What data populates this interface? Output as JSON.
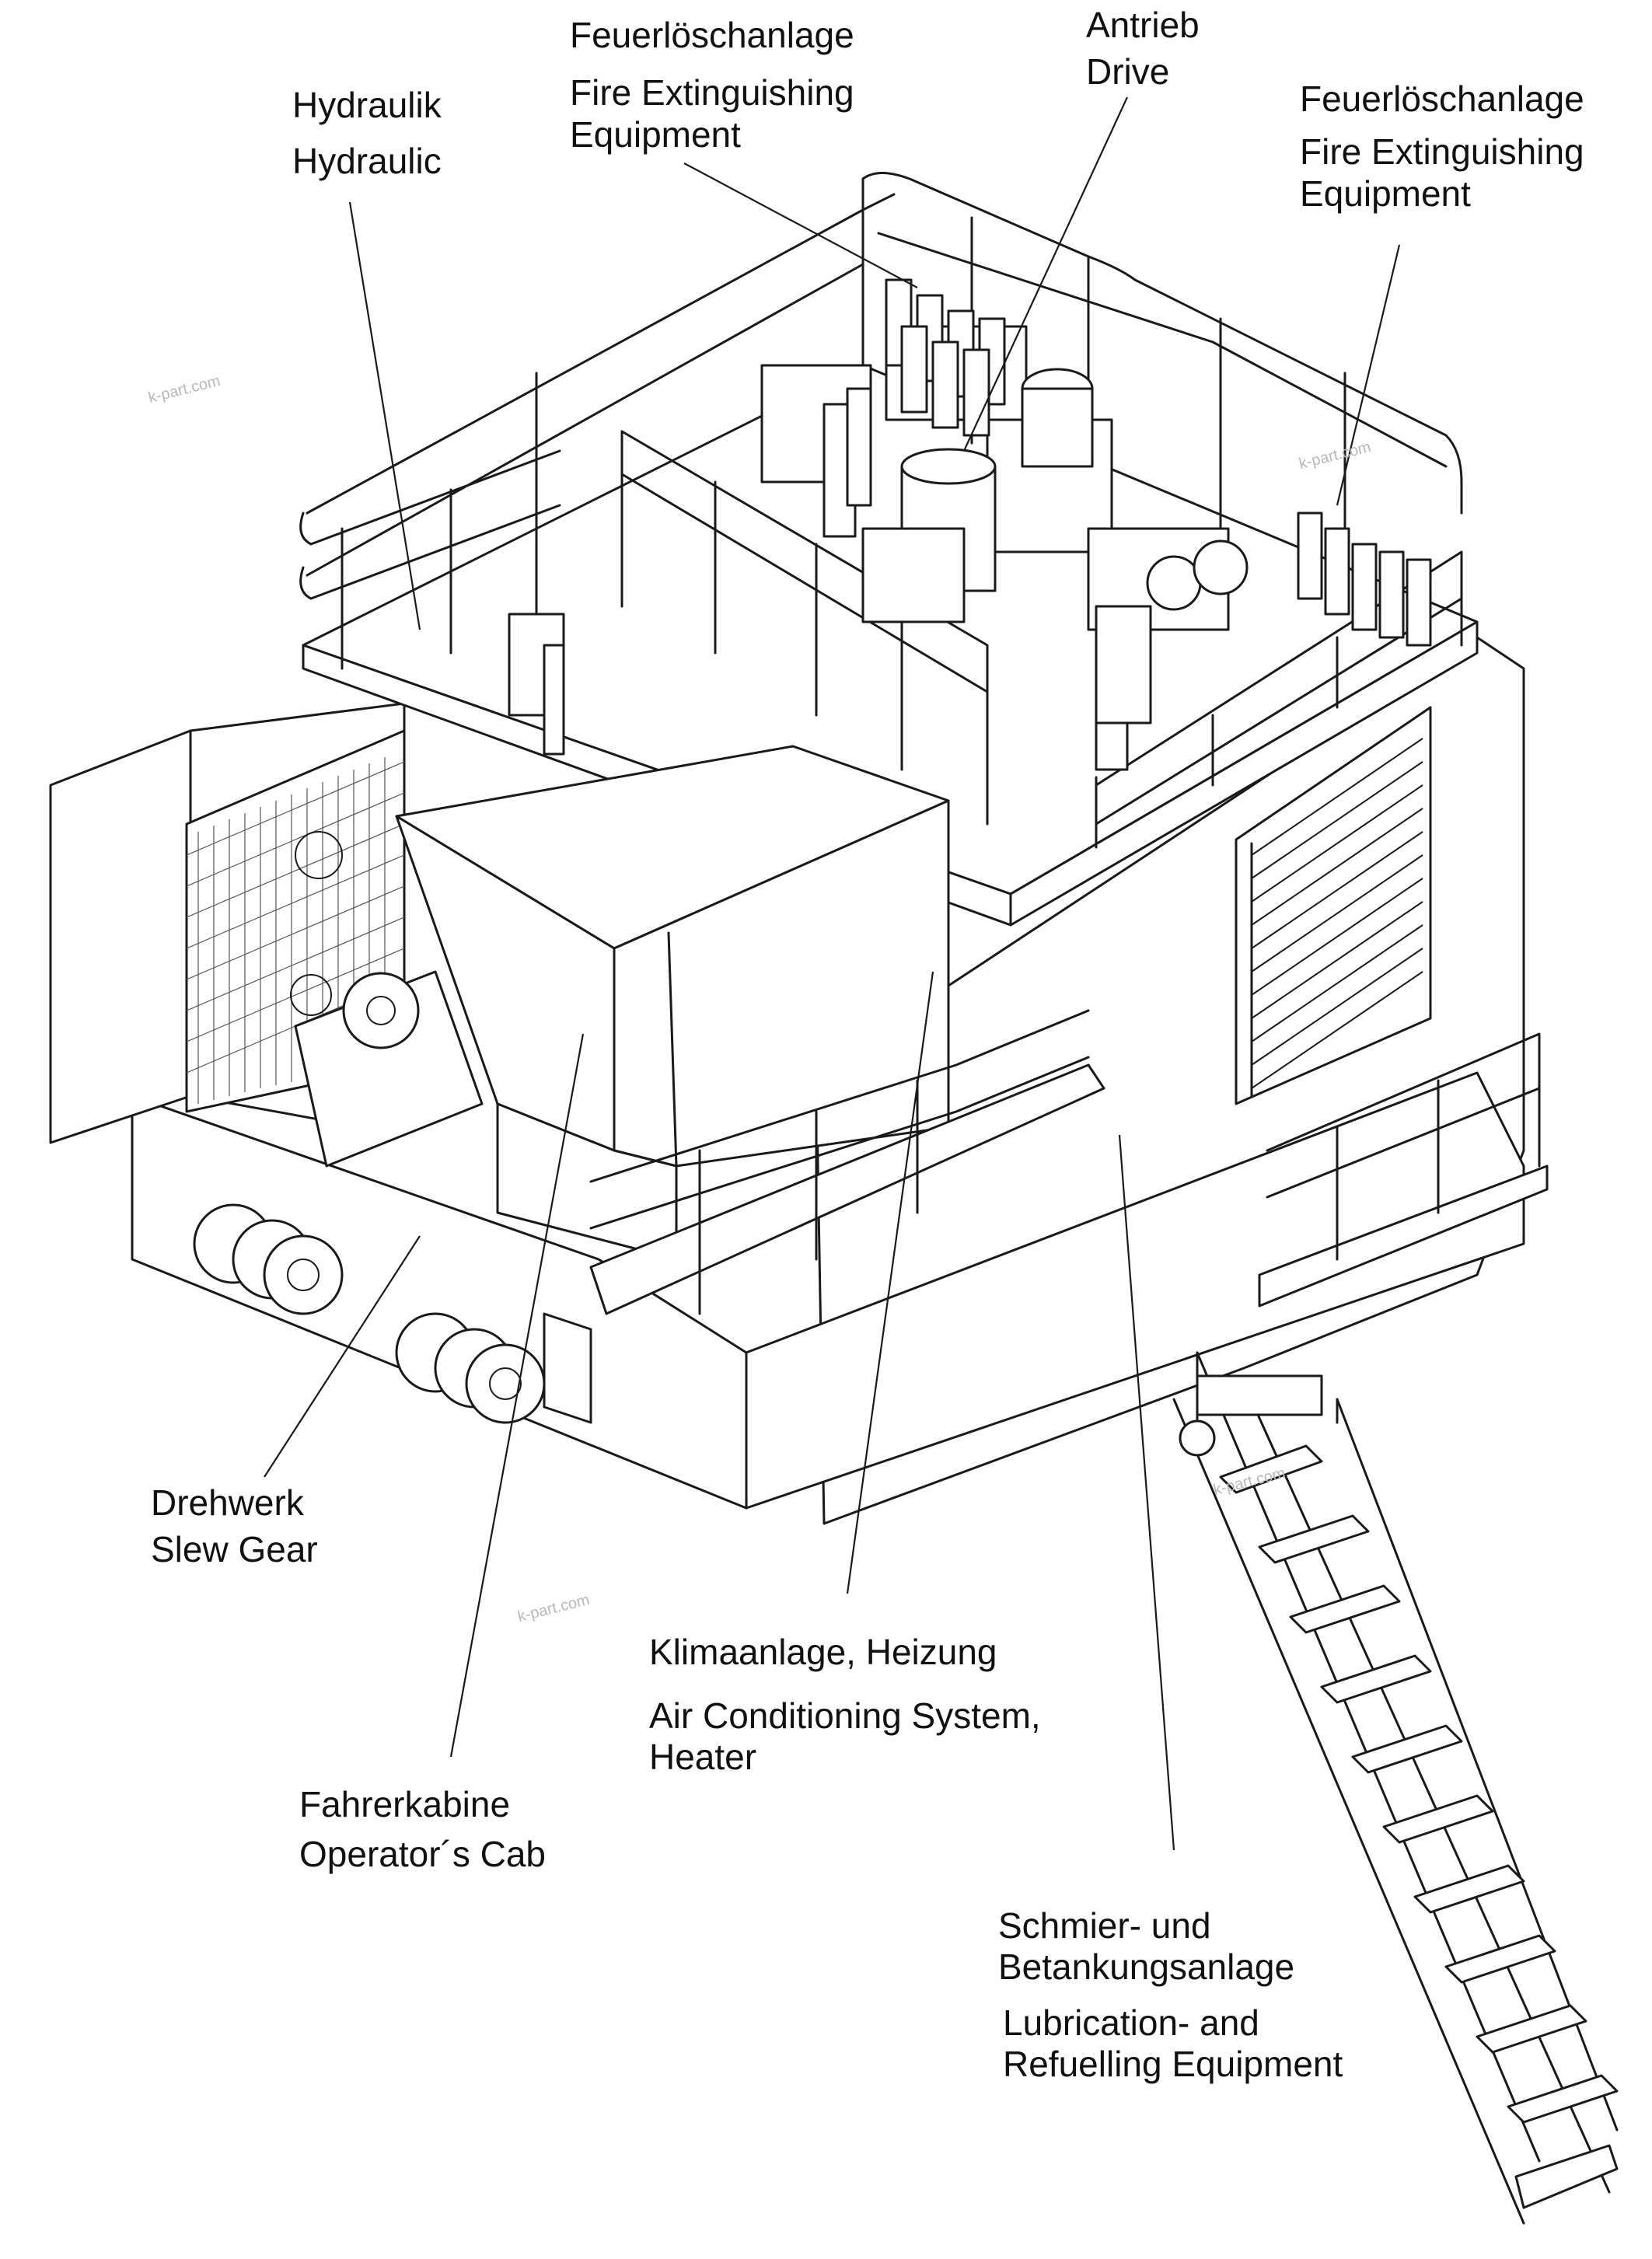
{
  "labels": {
    "hydraulik_de": "Hydraulik",
    "hydraulik_en": "Hydraulic",
    "fire1_de": "Feuerlöschanlage",
    "fire1_en_1": "Fire Extinguishing",
    "fire1_en_2": "Equipment",
    "antrieb_de": "Antrieb",
    "antrieb_en": "Drive",
    "fire2_de": "Feuerlöschanlage",
    "fire2_en_1": "Fire Extinguishing",
    "fire2_en_2": "Equipment",
    "drehwerk_de": "Drehwerk",
    "drehwerk_en": "Slew Gear",
    "klima_de": "Klimaanlage, Heizung",
    "klima_en_1": "Air Conditioning System,",
    "klima_en_2": "Heater",
    "kabine_de": "Fahrerkabine",
    "kabine_en": "Operator´s Cab",
    "schmier_de_1": "Schmier- und",
    "schmier_de_2": "Betankungsanlage",
    "schmier_en_1": "Lubrication- and",
    "schmier_en_2": "Refuelling Equipment"
  },
  "watermarks": {
    "wm1": "k-part.com",
    "wm2": "k-part.com",
    "wm3": "k-part.com",
    "wm4": "k-part.com"
  }
}
